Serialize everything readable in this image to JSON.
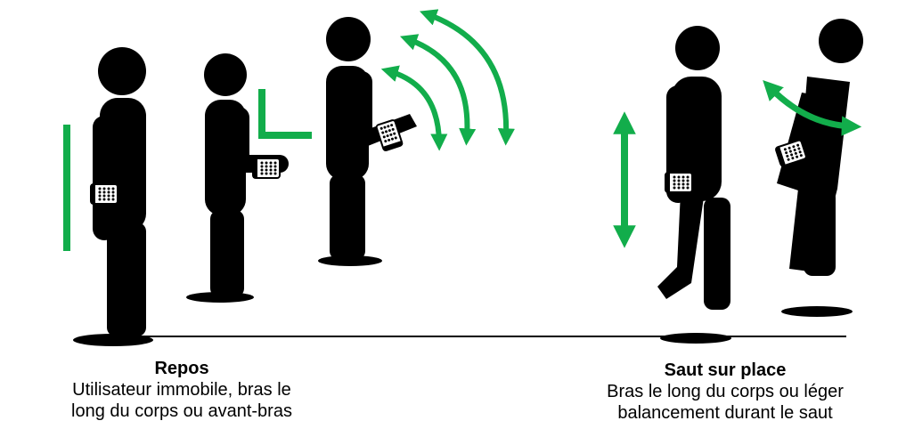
{
  "captions": {
    "repos": {
      "title": "Repos",
      "line1": "Utilisateur immobile, bras le",
      "line2": "long du corps ou avant-bras"
    },
    "saut": {
      "title": "Saut sur place",
      "line1": "Bras le long du corps ou léger",
      "line2": "balancement durant le saut"
    }
  },
  "colors": {
    "figure": "#000000",
    "accent": "#12ad4b",
    "device": "#ffffff"
  },
  "icons": [
    "person-standing-arm-down",
    "person-standing-forearm-bent",
    "person-standing-arm-raised",
    "person-jumping",
    "person-jumping-arm-swing",
    "microbit-device",
    "swing-arc-arrow",
    "vertical-double-arrow",
    "right-angle-marker"
  ]
}
